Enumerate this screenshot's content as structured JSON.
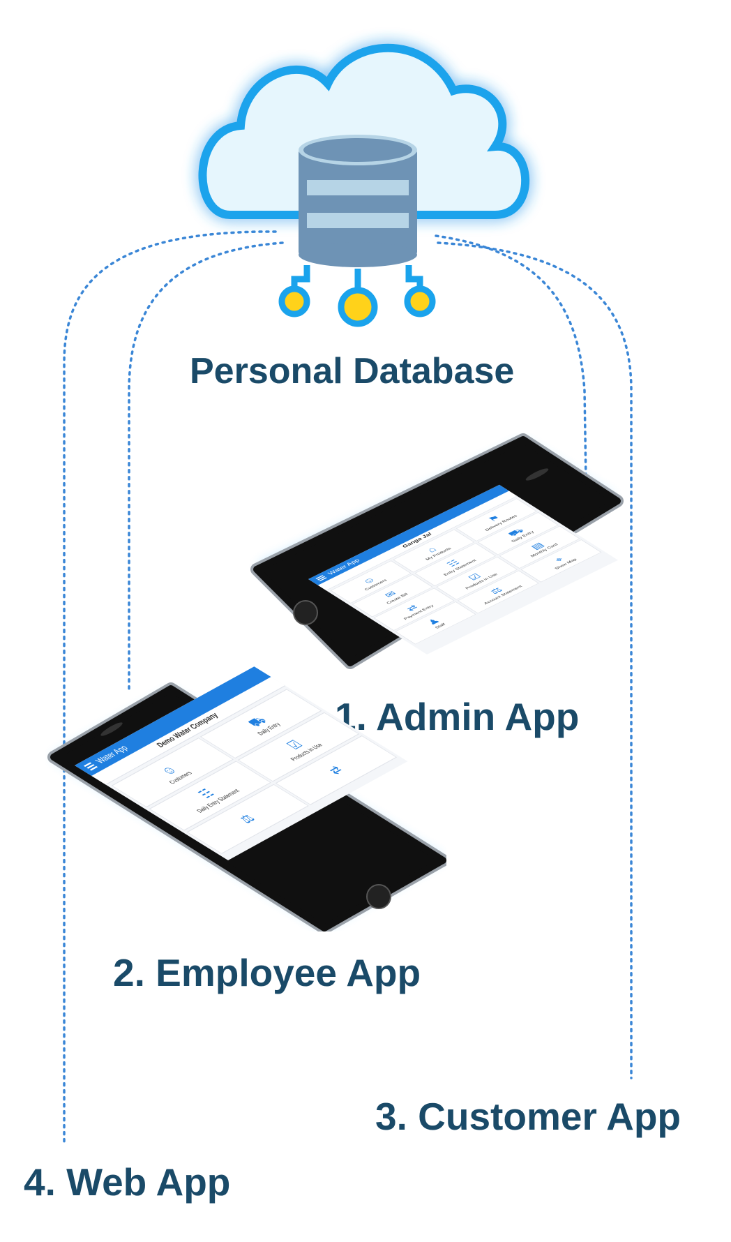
{
  "diagram": {
    "title": "Personal Database",
    "labels": {
      "admin": "1. Admin App",
      "employee": "2. Employee App",
      "customer": "3. Customer App",
      "web": "4. Web App"
    },
    "colors": {
      "label_text": "#1a4a68",
      "dotted_line": "#3a86d6",
      "cloud_stroke": "#1aa3ec",
      "cloud_fill": "#e6f6fd",
      "db_body": "#6e93b5",
      "db_band": "#b6d4e6",
      "node_fill": "#ffd21a",
      "phone_body": "#101010",
      "phone_frame": "#9aa1a9",
      "app_bar": "#1f7fe0"
    }
  },
  "admin_app": {
    "app_title": "Water App",
    "company": "Ganga Jal",
    "tiles": [
      {
        "label": "Customers",
        "icon": "customers-icon"
      },
      {
        "label": "My Products",
        "icon": "products-icon"
      },
      {
        "label": "Delivery Routes",
        "icon": "routes-icon"
      },
      {
        "label": "Create Bill",
        "icon": "bill-icon"
      },
      {
        "label": "Entry Statement",
        "icon": "statement-icon"
      },
      {
        "label": "Daily Entry",
        "icon": "daily-entry-icon"
      },
      {
        "label": "Payment Entry",
        "icon": "payment-icon"
      },
      {
        "label": "Products in Use",
        "icon": "products-in-use-icon"
      },
      {
        "label": "Monthly Card",
        "icon": "card-icon"
      },
      {
        "label": "Staff",
        "icon": "staff-icon"
      },
      {
        "label": "Account Statement",
        "icon": "account-icon"
      },
      {
        "label": "Show Map",
        "icon": "map-icon"
      }
    ]
  },
  "employee_app": {
    "app_title": "Water App",
    "company": "Demo Water Company",
    "tiles": [
      {
        "label": "Customers",
        "icon": "customers-icon"
      },
      {
        "label": "Daily Entry",
        "icon": "daily-entry-icon"
      },
      {
        "label": "Daily Entry Statement",
        "icon": "statement-icon"
      },
      {
        "label": "Products in Use",
        "icon": "products-in-use-icon"
      },
      {
        "label": "",
        "icon": "account-icon"
      },
      {
        "label": "",
        "icon": "payment-icon"
      }
    ]
  }
}
